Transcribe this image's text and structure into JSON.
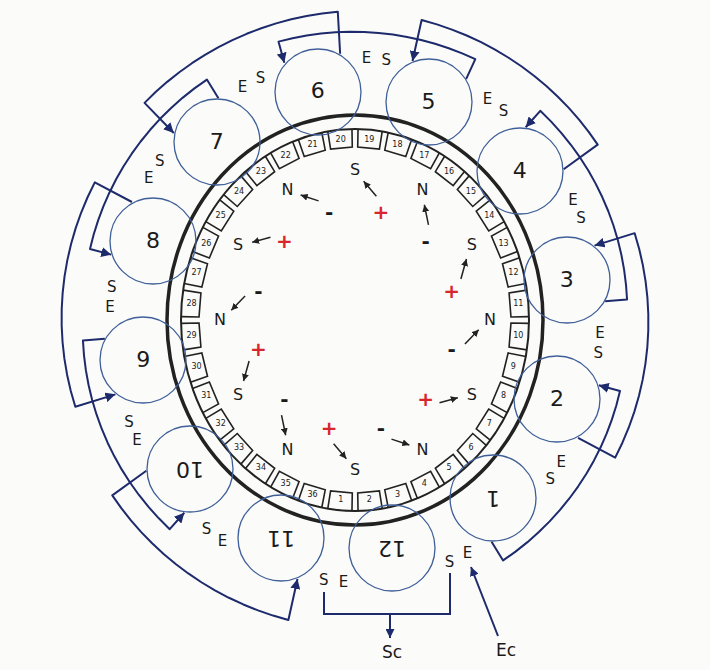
{
  "diagram": {
    "nodes": [
      {
        "text": [
          "1"
        ]
      },
      {
        "text": [
          "2"
        ]
      },
      {
        "text": [
          "3"
        ]
      },
      {
        "text": [
          "4"
        ]
      },
      {
        "text": [
          "5"
        ]
      },
      {
        "text": [
          "6"
        ]
      },
      {
        "text": [
          "7"
        ]
      },
      {
        "text": [
          "8"
        ]
      },
      {
        "text": [
          "9"
        ]
      },
      {
        "text": [
          "10"
        ]
      },
      {
        "text": [
          "11"
        ]
      },
      {
        "text": [
          "12"
        ]
      }
    ],
    "edges": [
      {
        "from": 0,
        "to": 1,
        "arrow": "to"
      },
      {
        "from": 1,
        "to": 2,
        "arrow": "to"
      },
      {
        "from": 2,
        "to": 3,
        "arrow": "to"
      },
      {
        "from": 3,
        "to": 4,
        "arrow": "to"
      },
      {
        "from": 4,
        "to": 5,
        "arrow": "to"
      },
      {
        "from": 5,
        "to": 6,
        "arrow": "to"
      },
      {
        "from": 6,
        "to": 7,
        "arrow": "to"
      },
      {
        "from": 7,
        "to": 8,
        "arrow": "to"
      },
      {
        "from": 8,
        "to": 9,
        "arrow": "to"
      },
      {
        "from": 9,
        "to": 10,
        "arrow": "to"
      }
    ],
    "labels": [
      "S",
      "E",
      "S",
      "E",
      "S",
      "E",
      "S",
      "E",
      "S",
      "E",
      "S",
      "E",
      "S",
      "E",
      "S",
      "E",
      "S",
      "E",
      "S",
      "E",
      "S",
      "E",
      "S",
      "E",
      "1",
      "2",
      "3",
      "4",
      "5",
      "6",
      "7",
      "8",
      "9",
      "10",
      "11",
      "12",
      "13",
      "14",
      "15",
      "16",
      "17",
      "18",
      "19",
      "20",
      "21",
      "22",
      "23",
      "24",
      "25",
      "26",
      "27",
      "28",
      "29",
      "30",
      "31",
      "32",
      "33",
      "34",
      "35",
      "36",
      "S",
      "N",
      "S",
      "N",
      "S",
      "N",
      "S",
      "N",
      "S",
      "N",
      "S",
      "N",
      "+",
      "-",
      "+",
      "-",
      "+",
      "-",
      "+",
      "-",
      "+",
      "-",
      "+",
      "-",
      "Ec",
      "Sc"
    ]
  }
}
